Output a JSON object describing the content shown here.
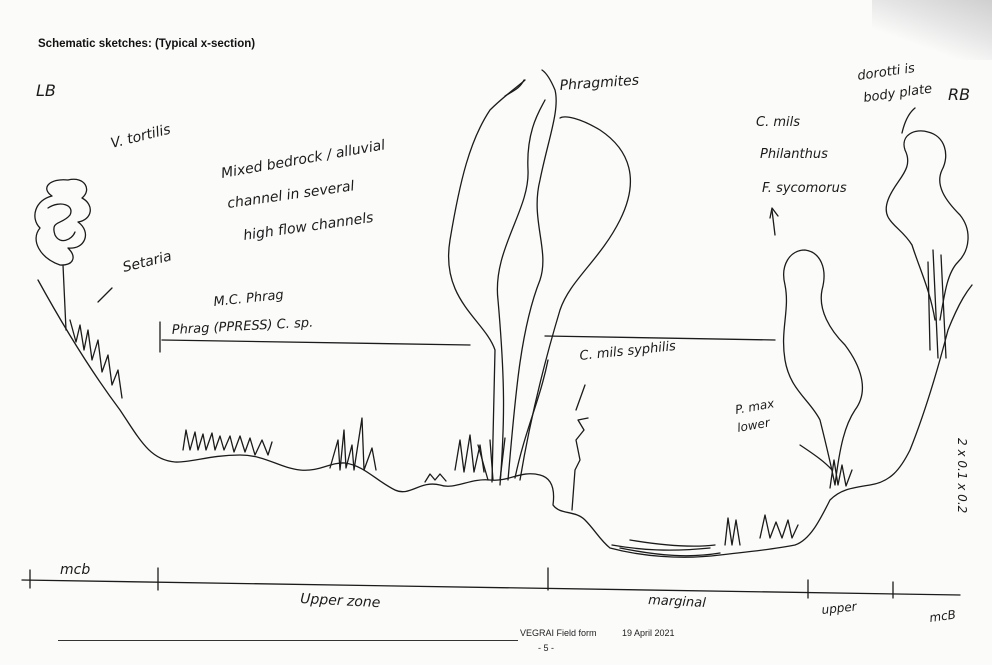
{
  "header": {
    "title": "Schematic sketches: (Typical x-section)"
  },
  "footer": {
    "form_name": "VEGRAI Field form",
    "date": "19 April 2021",
    "page": "- 5 -"
  },
  "handwritten": {
    "left_bank": "LB",
    "right_bank": "RB",
    "v_tortilis": "V. tortilis",
    "setaria": "Setaria",
    "phrag": "Phragmites",
    "mixed_line1": "Mixed bedrock / alluvial",
    "mixed_line2": "channel in several",
    "mixed_line3": "high flow channels",
    "mc_line1": "M.C. Phrag",
    "mc_line2": "Phrag (PPRESS) C. sp.",
    "c_mils_syphilis": "C. mils syphilis",
    "c_mils": "C. mils",
    "philanthus": "Philanthus",
    "f_sycomorus": "F. sycomorus",
    "dorotti": "dorotti is",
    "body_plate": "body plate",
    "p_max": "P. max",
    "lower": "lower",
    "vertical_notes": "2 x 0.1 x 0.2",
    "zone_mcb_left": "mcb",
    "zone_upper": "Upper zone",
    "zone_marginal": "marginal",
    "zone_upper_right": "upper",
    "zone_mcb_right": "mcB"
  },
  "colors": {
    "ink": "#1b1b1b",
    "paper": "#fbfbfa"
  }
}
